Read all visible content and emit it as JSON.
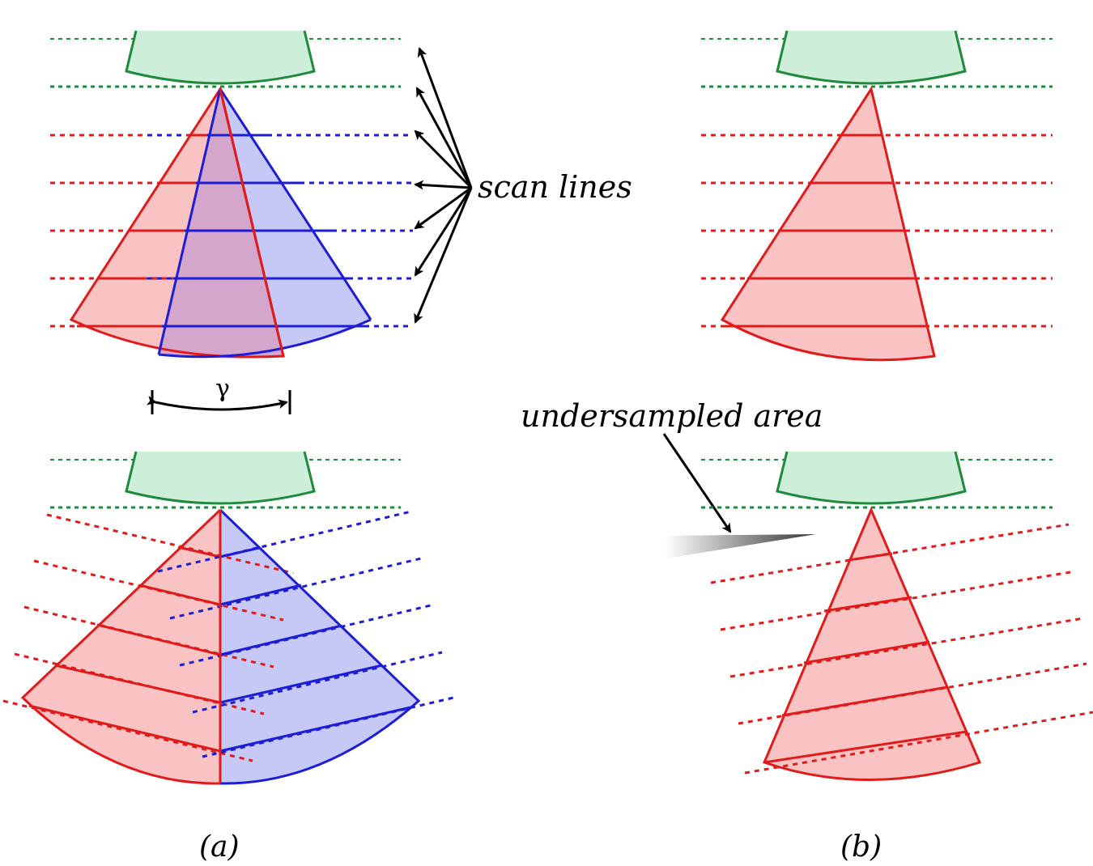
{
  "labels": {
    "scan_lines": "scan lines",
    "gamma": "γ",
    "undersampled": "undersampled area",
    "panel_a": "(a)",
    "panel_b": "(b)"
  },
  "colors": {
    "red_stroke": "#e01b1b",
    "red_fill": "#f9c3c3",
    "blue_stroke": "#1d1dd6",
    "blue_fill": "#c6c8f6",
    "overlap_fill": "#d4a6cc",
    "green_stroke": "#1e8a3c",
    "green_fill": "#cdeed8",
    "arrow": "#000000"
  }
}
